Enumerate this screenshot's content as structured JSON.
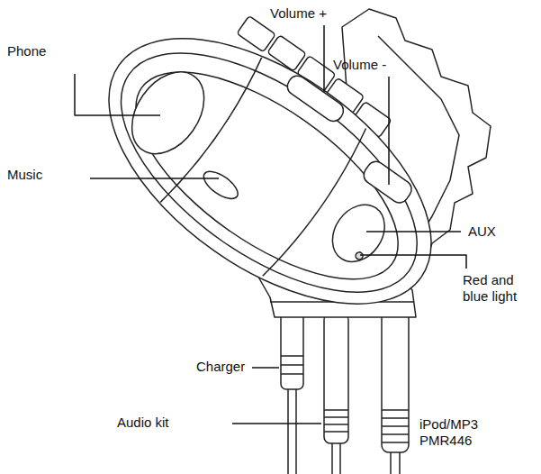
{
  "diagram": {
    "labels": [
      "Phone",
      "Volume +",
      "Volume -",
      "Music",
      "AUX",
      "Red and blue light",
      "Charger",
      "Audio kit",
      "iPod/MP3 PMR446"
    ]
  }
}
